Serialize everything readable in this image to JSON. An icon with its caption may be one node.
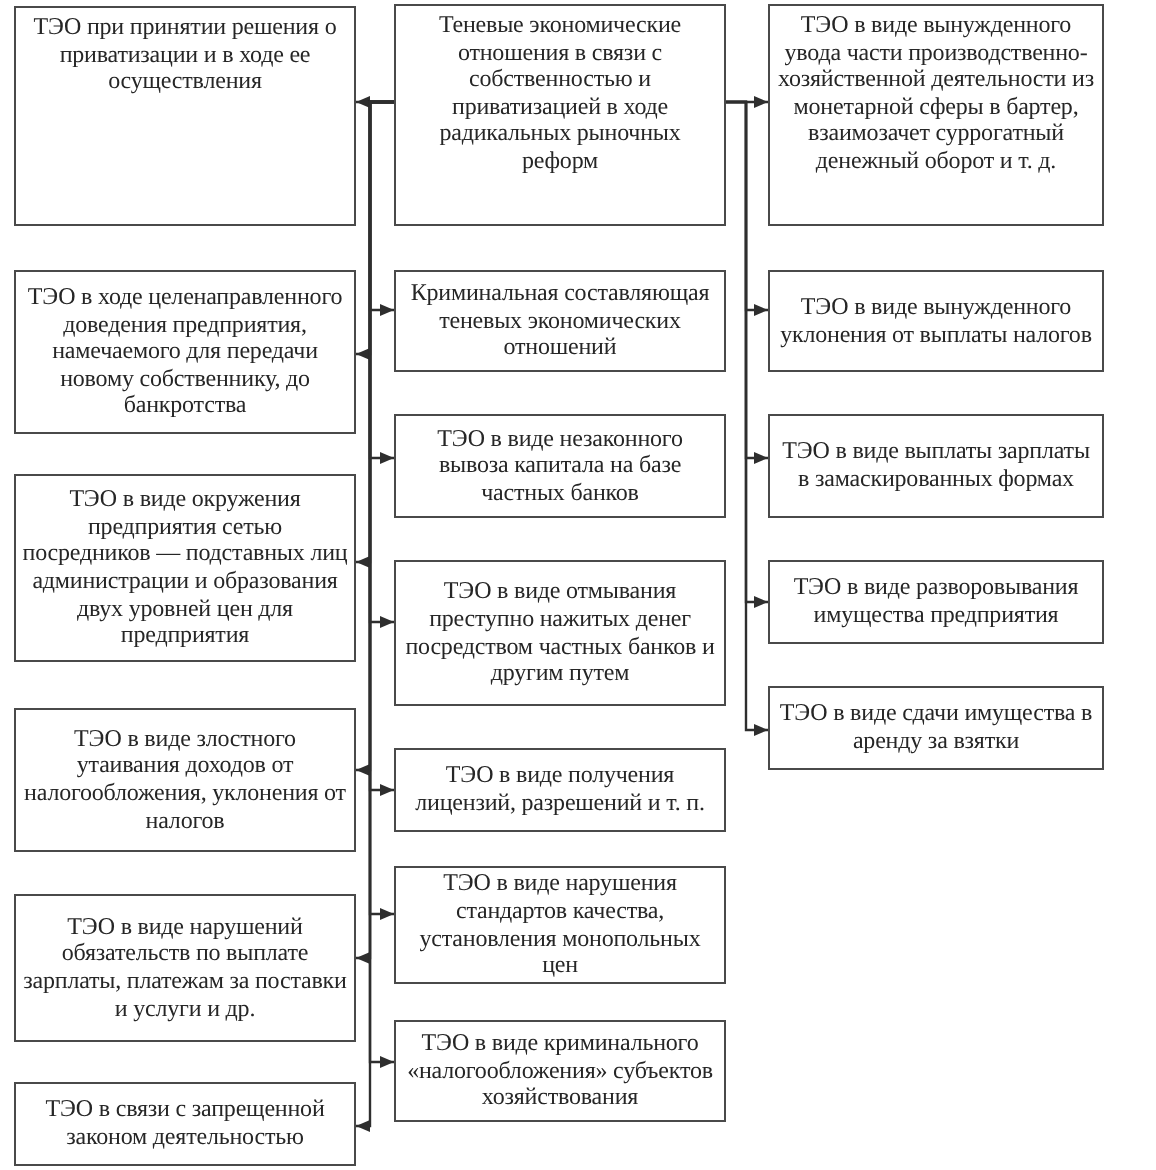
{
  "diagram": {
    "nodes": [
      {
        "text": [
          "Теневые экономические отношения в связи с собственностью и приватизацией в ходе радикальных рыночных реформ"
        ]
      },
      {
        "text": [
          "ТЭО при принятии решения о приватизации и в ходе ее осуществления"
        ]
      },
      {
        "text": [
          "ТЭО в ходе целенаправленного доведения предприятия, намечаемого для передачи новому собственнику, до банкротства"
        ]
      },
      {
        "text": [
          "ТЭО в виде окружения предприятия сетью посредников — подставных лиц администрации и образования двух уровней цен для предприятия"
        ]
      },
      {
        "text": [
          "ТЭО в виде злостного утаивания доходов от налогообложения, уклонения от налогов"
        ]
      },
      {
        "text": [
          "ТЭО в виде нарушений обязательств по выплате зарплаты, платежам за поставки и услуги и др."
        ]
      },
      {
        "text": [
          "ТЭО в связи с запрещенной законом деятельностью"
        ]
      },
      {
        "text": [
          "Криминальная составляющая теневых экономических отношений"
        ]
      },
      {
        "text": [
          "ТЭО в виде незаконного вывоза капитала на базе частных банков"
        ]
      },
      {
        "text": [
          "ТЭО в виде отмывания преступно нажитых денег посредством частных банков и другим путем"
        ]
      },
      {
        "text": [
          "ТЭО в виде получения лицензий, разрешений и т. п."
        ]
      },
      {
        "text": [
          "ТЭО в виде нарушения стандартов качества, установления монопольных цен"
        ]
      },
      {
        "text": [
          "ТЭО в виде криминального «налогообложения» субъектов хозяйствования"
        ]
      },
      {
        "text": [
          "ТЭО в виде вынужденного увода части производственно-хозяйственной деятельности из монетарной сферы в бартер, взаимозачет суррогатный денежный оборот и т. д."
        ]
      },
      {
        "text": [
          "ТЭО в виде вынужденного уклонения от выплаты налогов"
        ]
      },
      {
        "text": [
          "ТЭО в виде выплаты зарплаты в замаскированных формах"
        ]
      },
      {
        "text": [
          "ТЭО в виде разворовывания имущества предприятия"
        ]
      },
      {
        "text": [
          "ТЭО в виде сдачи имущества в аренду за взятки"
        ]
      }
    ],
    "edges": [
      {
        "from": 0,
        "to": 1,
        "arrow": "to"
      },
      {
        "from": 0,
        "to": 2,
        "arrow": "to"
      },
      {
        "from": 0,
        "to": 3,
        "arrow": "to"
      },
      {
        "from": 0,
        "to": 4,
        "arrow": "to"
      },
      {
        "from": 0,
        "to": 5,
        "arrow": "to"
      },
      {
        "from": 0,
        "to": 6,
        "arrow": "to"
      },
      {
        "from": 0,
        "to": 7,
        "arrow": "to"
      },
      {
        "from": 0,
        "to": 8,
        "arrow": "to"
      },
      {
        "from": 0,
        "to": 9,
        "arrow": "to"
      },
      {
        "from": 0,
        "to": 10,
        "arrow": "to"
      },
      {
        "from": 0,
        "to": 11,
        "arrow": "to"
      },
      {
        "from": 0,
        "to": 12,
        "arrow": "to"
      },
      {
        "from": 0,
        "to": 13,
        "arrow": "to"
      },
      {
        "from": 0,
        "to": 14,
        "arrow": "to"
      },
      {
        "from": 0,
        "to": 15,
        "arrow": "to"
      },
      {
        "from": 0,
        "to": 16,
        "arrow": "to"
      },
      {
        "from": 0,
        "to": 17,
        "arrow": "to"
      }
    ]
  }
}
